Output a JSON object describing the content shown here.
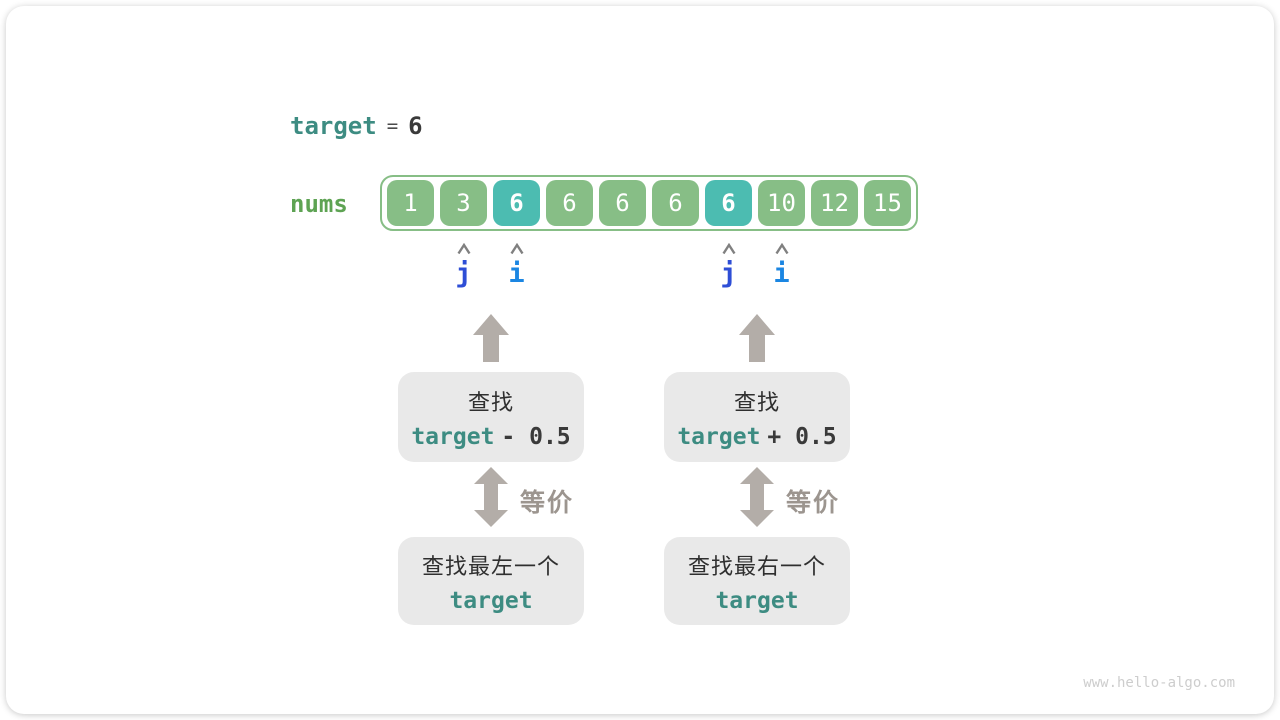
{
  "colors": {
    "teal": "#3D8C82",
    "green-label": "#5EA353",
    "cell-green": "#87BE86",
    "cell-teal": "#4CBCB1",
    "dark": "#3A3A3A",
    "zh-dark": "#2F2F2F",
    "arrow-gray": "#B3ADA8",
    "equiv-gray": "#9C958F",
    "box-bg": "#E9E9E9",
    "caret-gray": "#808080",
    "watermark": "#CDCDCD"
  },
  "header": {
    "target_label": "target",
    "equals": "=",
    "target_value": "6"
  },
  "array": {
    "label": "nums",
    "cells": [
      {
        "value": "1",
        "highlight": false
      },
      {
        "value": "3",
        "highlight": false
      },
      {
        "value": "6",
        "highlight": true
      },
      {
        "value": "6",
        "highlight": false
      },
      {
        "value": "6",
        "highlight": false
      },
      {
        "value": "6",
        "highlight": false
      },
      {
        "value": "6",
        "highlight": true
      },
      {
        "value": "10",
        "highlight": false
      },
      {
        "value": "12",
        "highlight": false
      },
      {
        "value": "15",
        "highlight": false
      }
    ]
  },
  "pointers": [
    {
      "label": "j",
      "cell_index": 1,
      "color": "#2E4ED6"
    },
    {
      "label": "i",
      "cell_index": 2,
      "color": "#1B86E2"
    },
    {
      "label": "j",
      "cell_index": 6,
      "color": "#2E4ED6"
    },
    {
      "label": "i",
      "cell_index": 7,
      "color": "#1B86E2"
    }
  ],
  "columns": [
    {
      "search_box": {
        "line1": "查找",
        "code_target": "target",
        "code_rest": "- 0.5"
      },
      "equiv_label": "等价",
      "result_box": {
        "line1": "查找最左一个",
        "code": "target"
      }
    },
    {
      "search_box": {
        "line1": "查找",
        "code_target": "target",
        "code_rest": "+ 0.5"
      },
      "equiv_label": "等价",
      "result_box": {
        "line1": "查找最右一个",
        "code": "target"
      }
    }
  ],
  "watermark": "www.hello-algo.com"
}
